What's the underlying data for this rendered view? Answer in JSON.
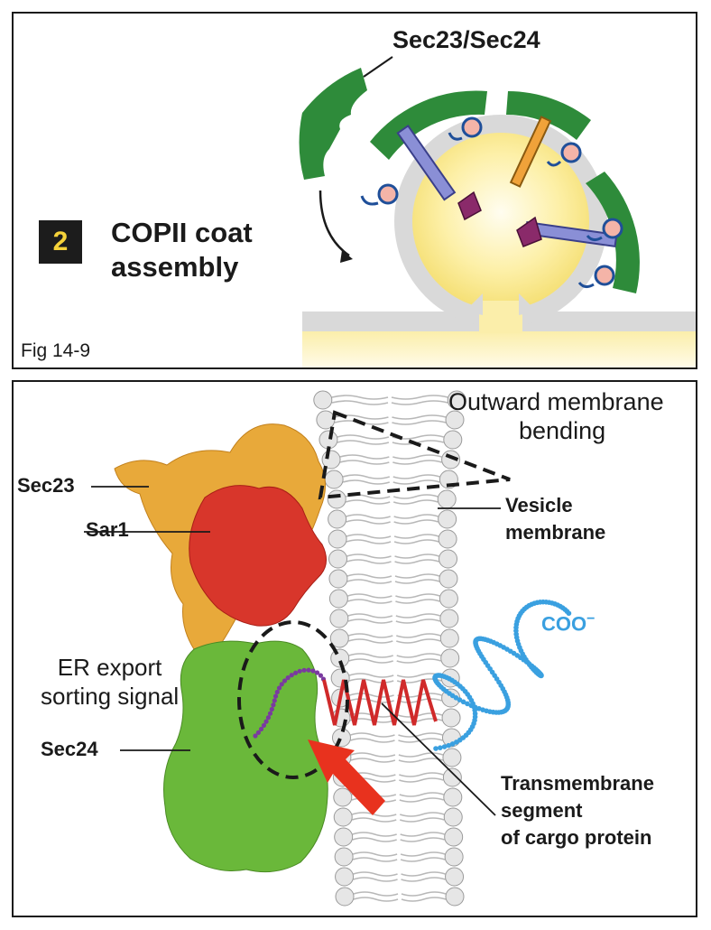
{
  "top_panel": {
    "coat_protein_label": "Sec23/Sec24",
    "step_number": "2",
    "step_title_line1": "COPII coat",
    "step_title_line2": "assembly",
    "figure_ref": "Fig 14-9"
  },
  "bottom_panel": {
    "bending_label_line1": "Outward membrane",
    "bending_label_line2": "bending",
    "sec23_label": "Sec23",
    "sar1_label": "Sar1",
    "vesicle_label_line1": "Vesicle",
    "vesicle_label_line2": "membrane",
    "coo_label": "COO",
    "coo_charge": "−",
    "er_signal_line1": "ER export",
    "er_signal_line2": "sorting signal",
    "sec24_label": "Sec24",
    "tm_label_line1": "Transmembrane",
    "tm_label_line2": "segment",
    "tm_label_line3": "of cargo protein"
  },
  "colors": {
    "coat_green": "#2e8b3a",
    "sec23_orange": "#e8a93a",
    "sar1_red": "#d8362b",
    "sec24_green": "#6ab83a",
    "signal_purple": "#7a3aa0",
    "tm_red": "#d02a2a",
    "tail_blue": "#3aa0e0",
    "arrow_red": "#e8321e",
    "badge_yellow": "#f5d23a"
  }
}
